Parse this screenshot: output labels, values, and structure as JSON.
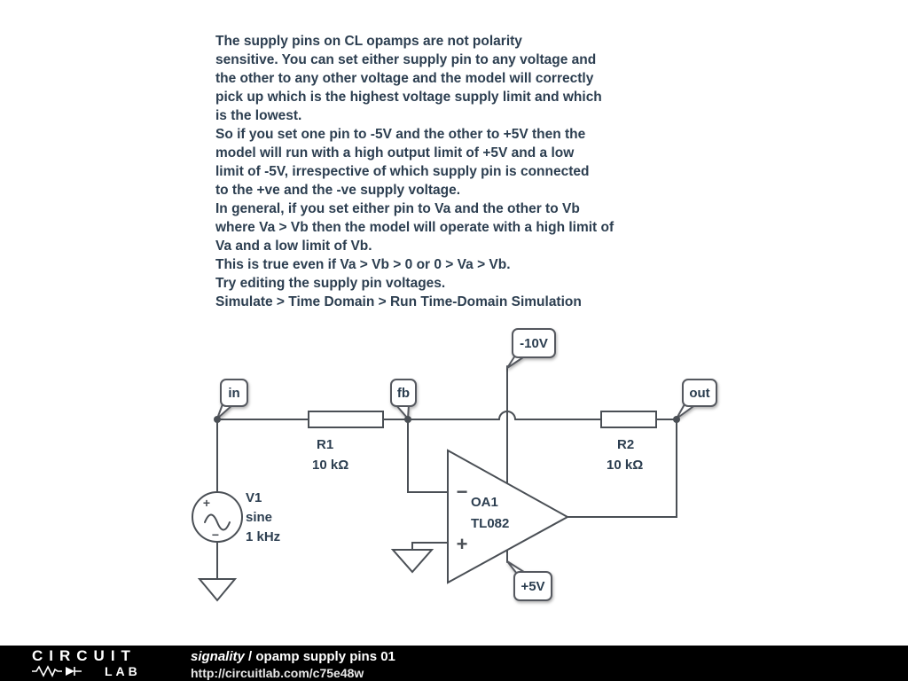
{
  "annotation": {
    "lines": [
      "The supply pins on CL opamps are not polarity",
      "sensitive. You can set either supply pin to any voltage and",
      "the other to any other voltage and the model will correctly",
      "pick up which is the highest voltage supply limit and which",
      "is the lowest.",
      "So if you set one pin to -5V and the other to +5V then the",
      "model will run with a high output limit of +5V and a low",
      "limit of -5V, irrespective of which supply pin is connected",
      "to the +ve and the -ve supply voltage.",
      "In general, if you set either pin to Va and the other to Vb",
      "where Va > Vb then the model will operate with a high limit of",
      "Va and a low limit of Vb.",
      "This is true even if Va > Vb > 0 or 0 > Va > Vb.",
      "Try editing the supply pin voltages.",
      "Simulate > Time Domain > Run Time-Domain Simulation"
    ]
  },
  "circuit": {
    "flags": {
      "in": "in",
      "fb": "fb",
      "out": "out",
      "v_neg": "-10V",
      "v_pos": "+5V"
    },
    "source": {
      "name": "V1",
      "waveform": "sine",
      "frequency": "1 kHz",
      "plus": "+",
      "minus": "−"
    },
    "r1": {
      "name": "R1",
      "value": "10 kΩ"
    },
    "r2": {
      "name": "R2",
      "value": "10 kΩ"
    },
    "opamp": {
      "name": "OA1",
      "model": "TL082",
      "inverting": "−",
      "noninverting": "+"
    }
  },
  "footer": {
    "logo_line1": "CIRCUIT",
    "logo_line2": "LAB",
    "author": "signality",
    "separator": " / ",
    "title": "opamp supply pins 01",
    "url": "http://circuitlab.com/c75e48w"
  },
  "colors": {
    "text": "#2c3e50",
    "wire": "#4a4f55",
    "footer_bg": "#000000"
  }
}
